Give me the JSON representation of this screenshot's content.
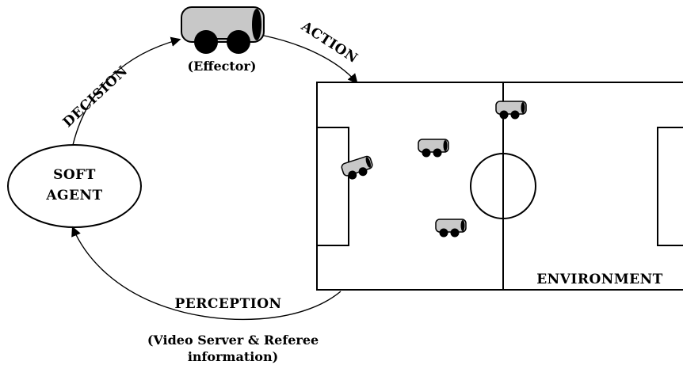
{
  "agent": {
    "line1": "SOFT",
    "line2": "AGENT"
  },
  "effector": {
    "caption": "(Effector)"
  },
  "arcs": {
    "decision": "DECISION",
    "action": "ACTION",
    "perception": "PERCEPTION"
  },
  "perception_source": {
    "line1": "(Video Server & Referee",
    "line2": "information)"
  },
  "environment": {
    "label": "ENVIRONMENT"
  },
  "robot_colors": {
    "body": "#c8c8c8",
    "wheels": "#000000",
    "outline": "#000000"
  }
}
